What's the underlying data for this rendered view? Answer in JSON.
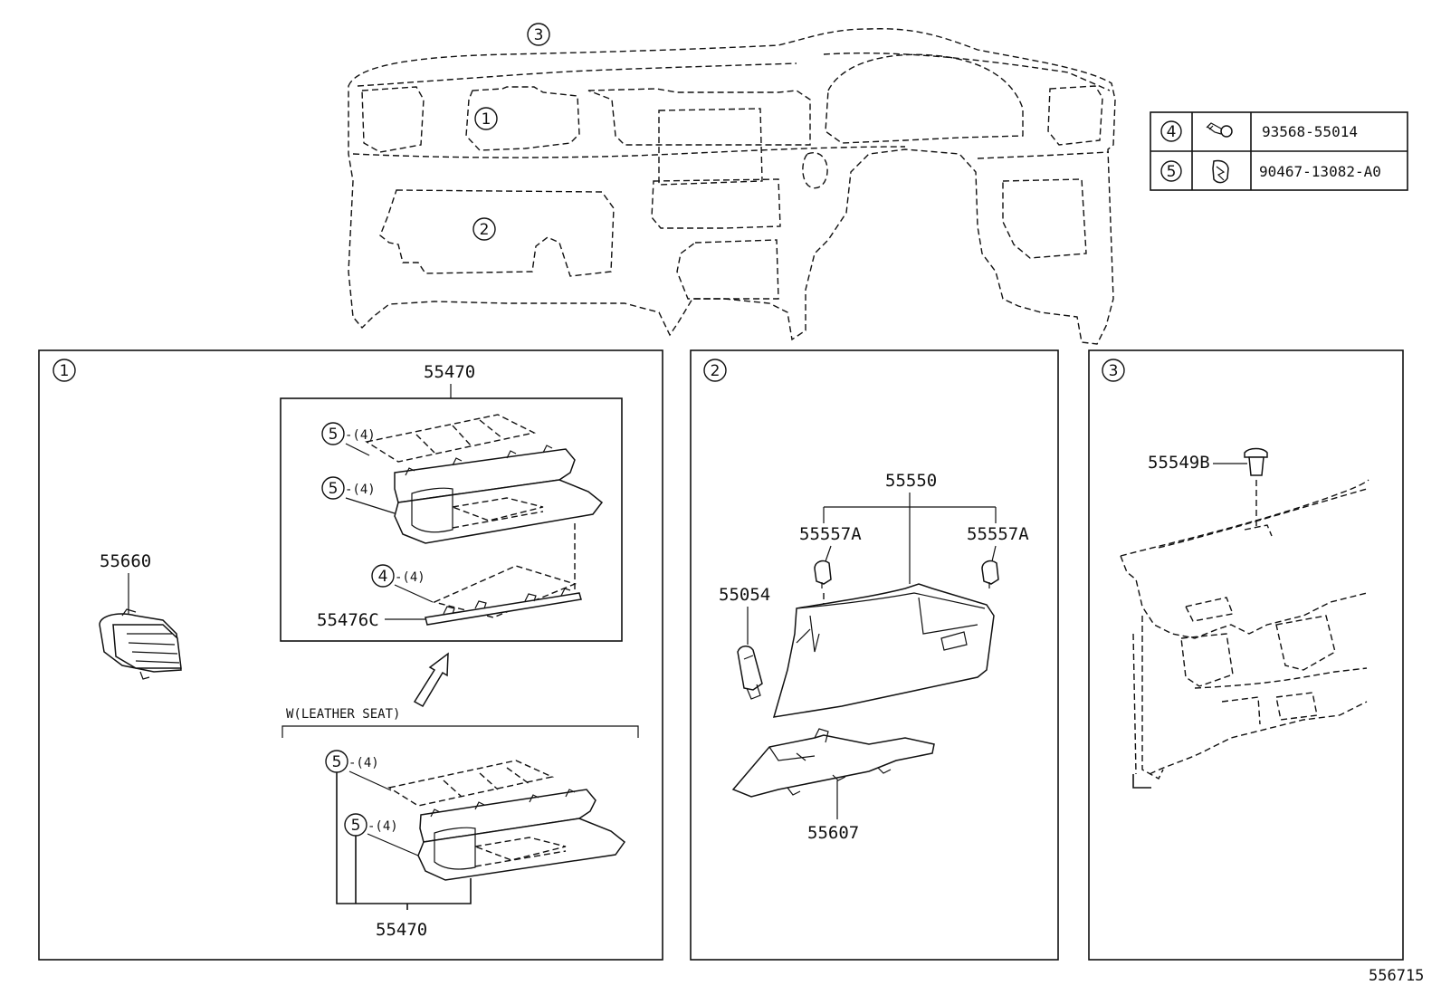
{
  "callouts": {
    "c1": "1",
    "c2": "2",
    "c3": "3",
    "c4": "4",
    "c5": "5"
  },
  "legend": {
    "rows": [
      {
        "ref": "4",
        "icon": "bolt-icon",
        "part": "93568-55014"
      },
      {
        "ref": "5",
        "icon": "clip-icon",
        "part": "90467-13082-A0"
      }
    ]
  },
  "panel1": {
    "label": "1",
    "box_part": "55470",
    "ref5_a": "5",
    "qty5_a": "-(4)",
    "ref5_b": "5",
    "qty5_b": "-(4)",
    "ref4": "4",
    "qty4": "-(4)",
    "strip_part": "55476C",
    "vent_part": "55660",
    "variant_label": "W(LEATHER SEAT)",
    "v_ref5_a": "5",
    "v_qty5_a": "-(4)",
    "v_ref5_b": "5",
    "v_qty5_b": "-(4)",
    "v_part": "55470"
  },
  "panel2": {
    "label": "2",
    "glovebox_part": "55550",
    "stopper_left": "55557A",
    "stopper_right": "55557A",
    "damper_part": "55054",
    "lock_part": "55607"
  },
  "panel3": {
    "label": "3",
    "clip_part": "55549B"
  },
  "footer": {
    "diagram_id": "556715"
  }
}
